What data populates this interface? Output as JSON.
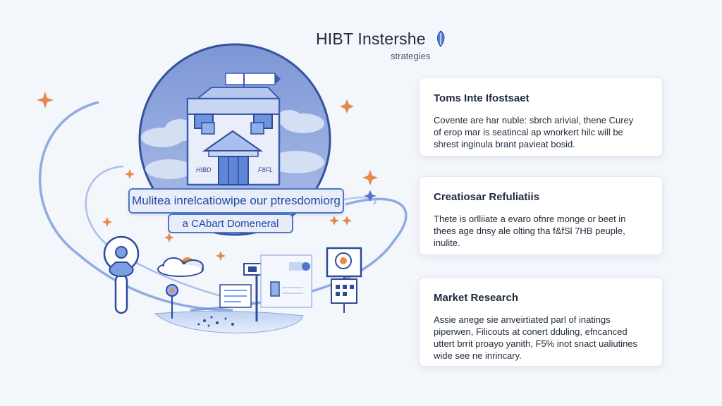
{
  "header": {
    "title": "HIBT Instershe",
    "subtitle": "strategies"
  },
  "illustration": {
    "banner_main": "Mulitea inrelcatiowipe our ptresdomiorg",
    "banner_sub": "a CAbart Domeneral",
    "building_sign_left": "HIBD",
    "building_sign_right": "F8FL",
    "colors": {
      "accent": "#4f77c9",
      "sparkle": "#e58a4e",
      "globe": "#8aa4dc"
    }
  },
  "cards": [
    {
      "title": "Toms Inte Ifostsaet",
      "body": [
        "Covente are har nuble: sbrch arivial, thene Curey",
        "of erop mar is seatincal ap wnorkert hilc will be",
        "shrest inginula brant pavieat bosid."
      ]
    },
    {
      "title": "Creatiosar Refuliatiis",
      "body": [
        "Thete is orlliiate a evaro ofnre monge or beet in",
        "thees age dnsy ale olting tha f&fSl 7HB peuple,",
        "inulite."
      ]
    },
    {
      "title": "Market Research",
      "body": [
        "Assie anege sie anveirtiated parl of inatings",
        "piperwen, Filicouts at conert dduling, efncanced",
        "uttert brrit proayo yanith, F5% inot snact ualiutines",
        "wide see ne inrincary."
      ]
    }
  ]
}
